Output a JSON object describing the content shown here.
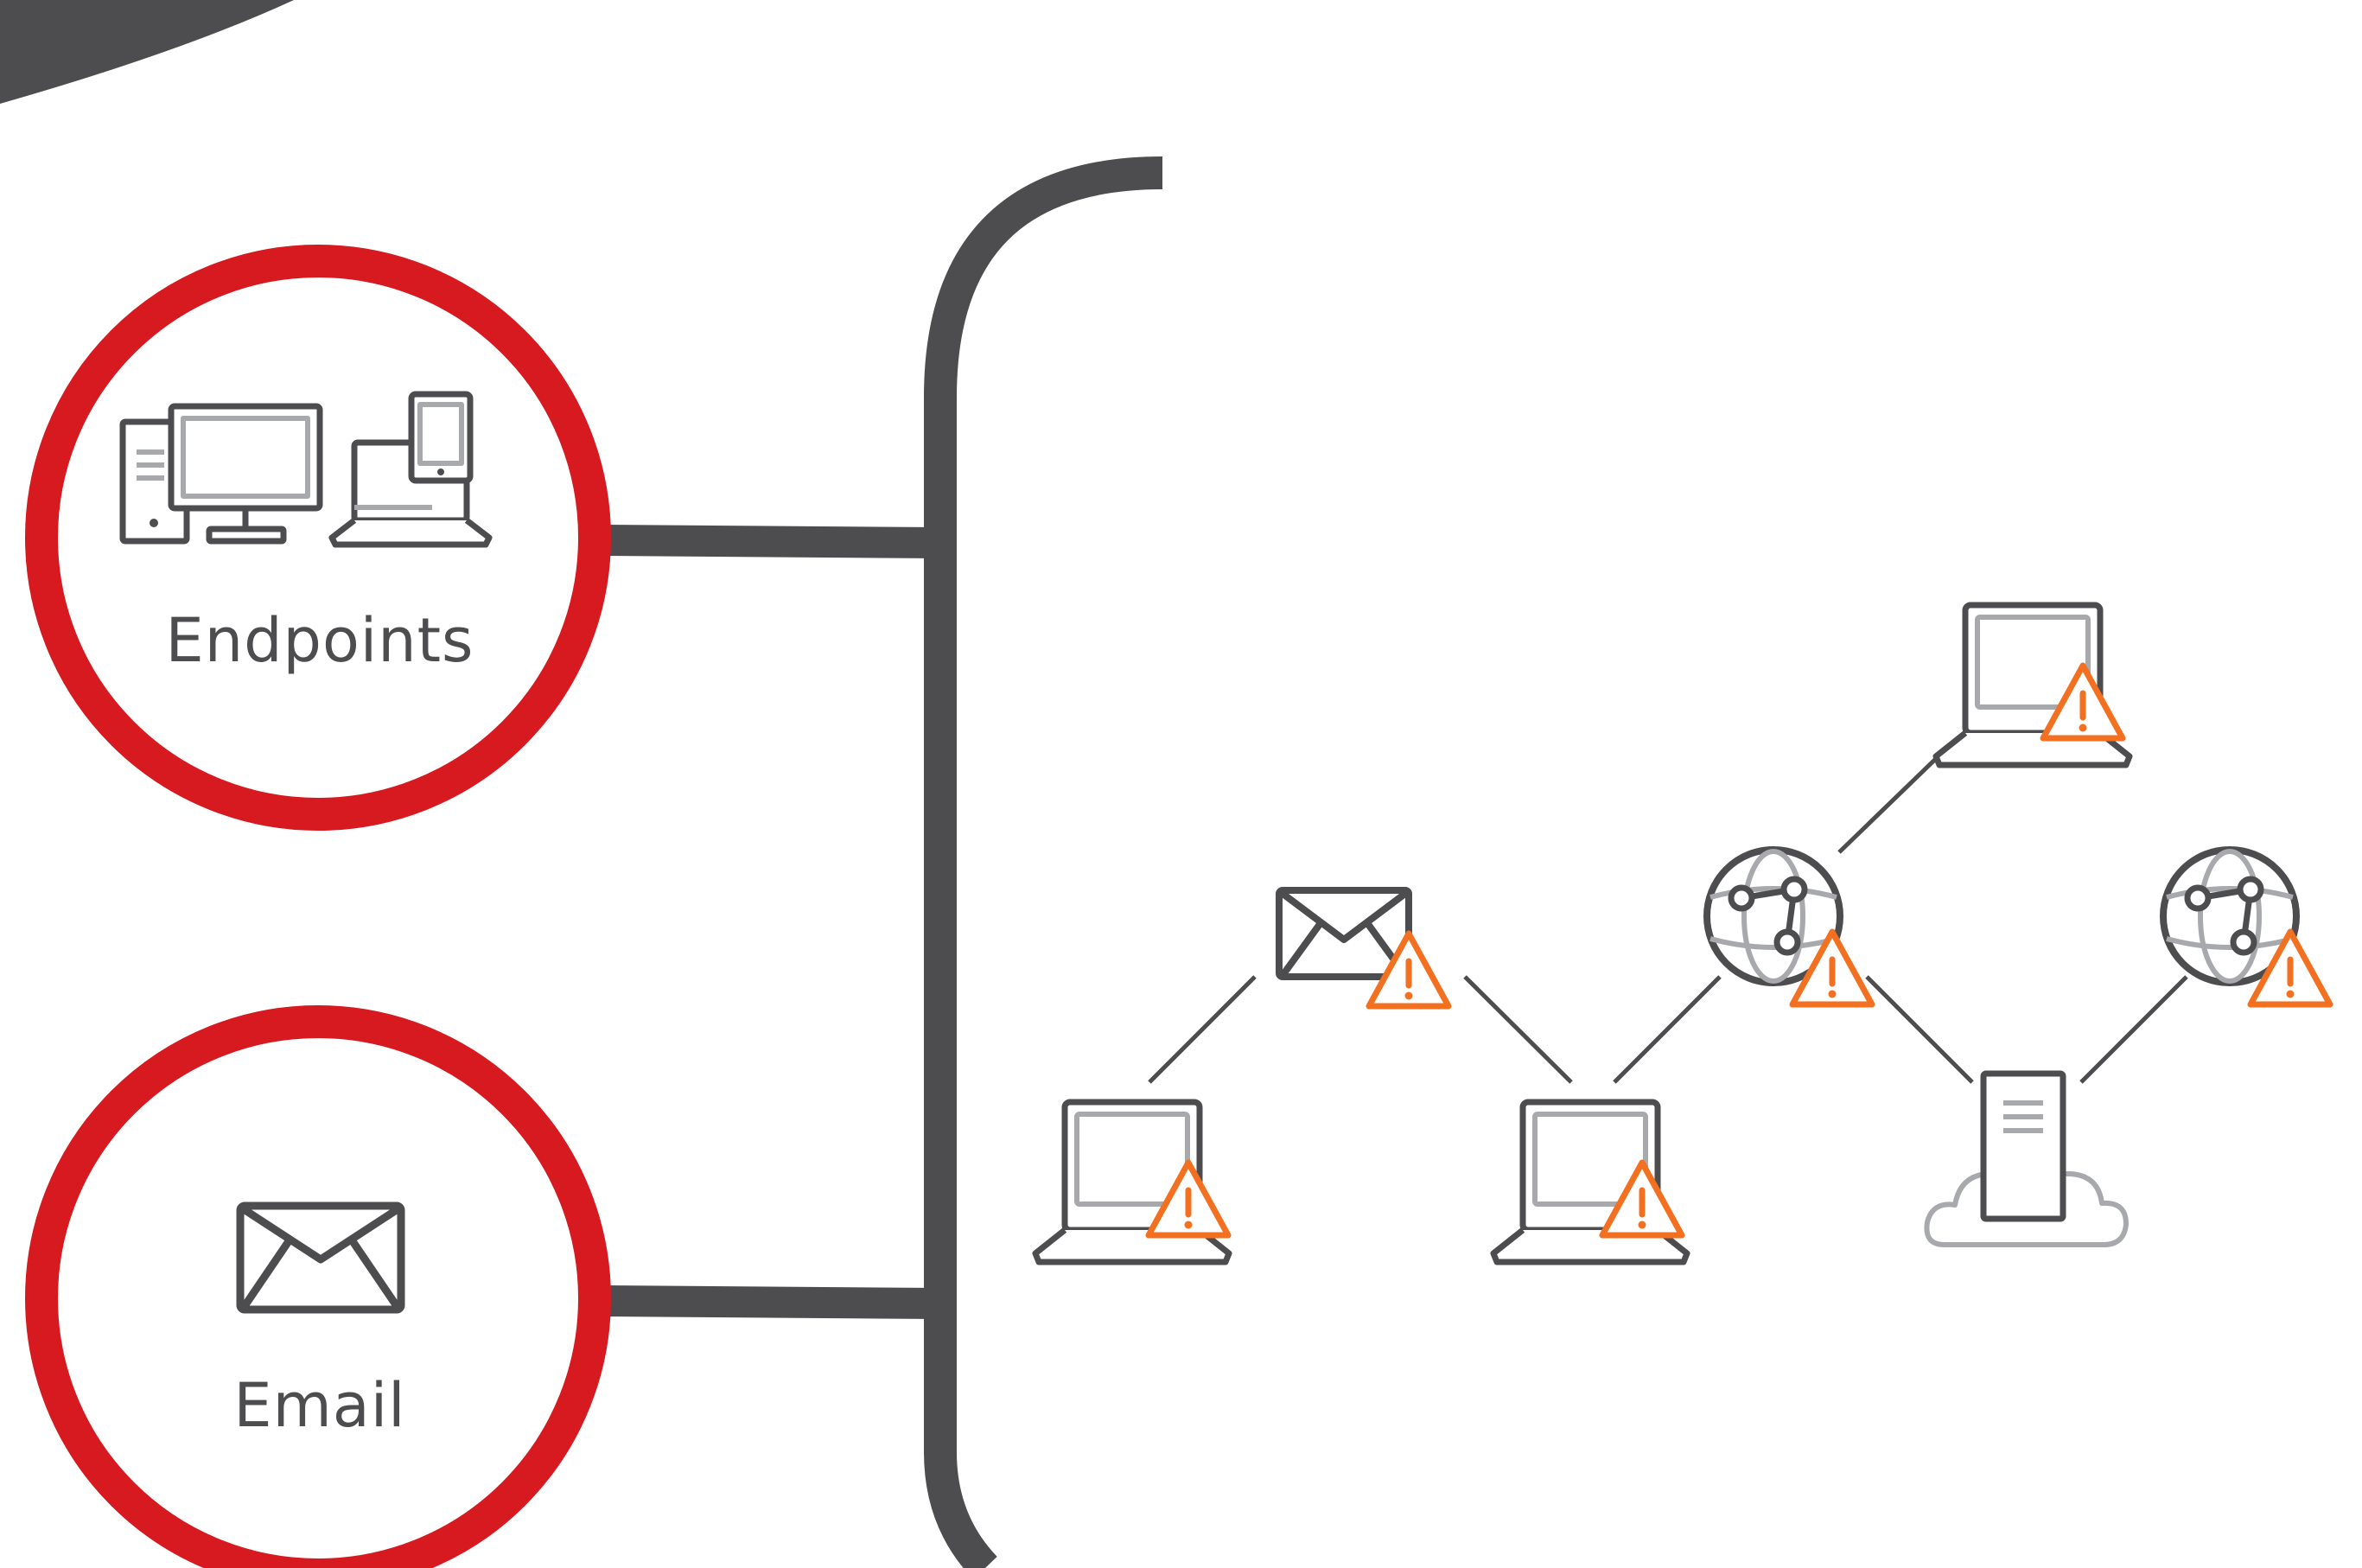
{
  "sources": {
    "endpoints": {
      "label": "Endpoints",
      "icon": "endpoint-devices-icon"
    },
    "email": {
      "label": "Email",
      "icon": "envelope-icon"
    }
  },
  "network_nodes": [
    {
      "id": "laptop-1",
      "icon": "laptop-icon",
      "alert": true
    },
    {
      "id": "email-node",
      "icon": "envelope-icon",
      "alert": true
    },
    {
      "id": "laptop-2",
      "icon": "laptop-icon",
      "alert": true
    },
    {
      "id": "globe-1",
      "icon": "globe-network-icon",
      "alert": true
    },
    {
      "id": "laptop-3",
      "icon": "laptop-icon",
      "alert": true
    },
    {
      "id": "cloud-server",
      "icon": "cloud-server-icon",
      "alert": false
    },
    {
      "id": "globe-2",
      "icon": "globe-network-icon",
      "alert": true
    }
  ],
  "colors": {
    "ring": "#d71920",
    "dark": "#4d4d4f",
    "light": "#a7a9ac",
    "warning": "#f37021",
    "background": "#ffffff"
  }
}
